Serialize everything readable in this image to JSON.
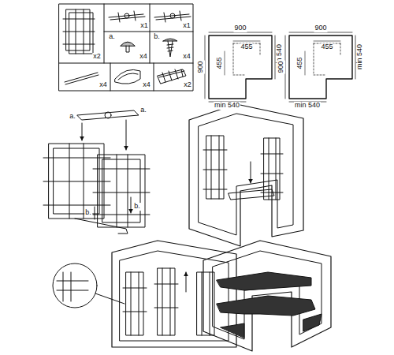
{
  "diagram": {
    "labels": [
      "x2",
      "x1",
      "x1",
      "a.",
      "x4",
      "b.",
      "x4",
      "x4",
      "x4",
      "x2",
      "900",
      "900",
      "455",
      "455",
      "min 540",
      "min 540",
      "900",
      "900",
      "455",
      "455",
      "min 540",
      "min 540",
      "a.",
      "a.",
      "b.",
      "b."
    ]
  }
}
